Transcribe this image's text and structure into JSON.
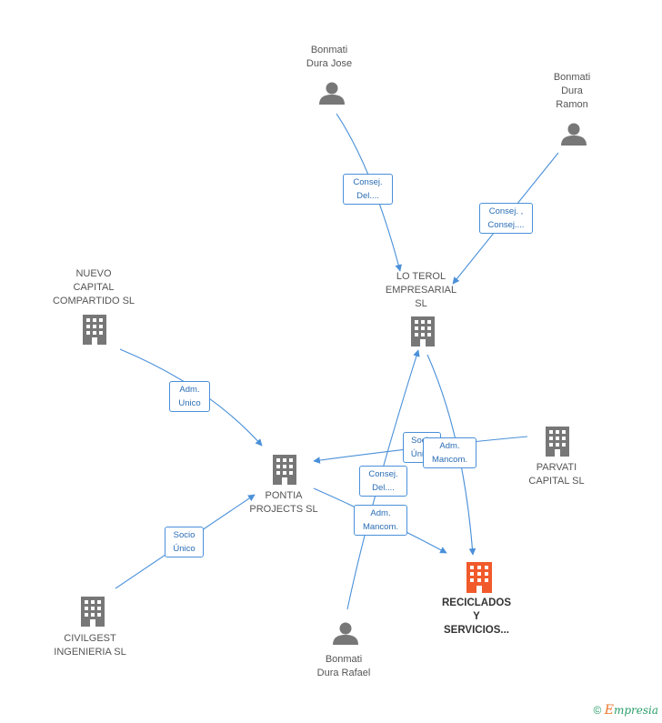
{
  "nodes": {
    "bonmati_jose": [
      "Bonmati",
      "Dura Jose"
    ],
    "bonmati_ramon": [
      "Bonmati",
      "Dura",
      "Ramon"
    ],
    "lo_terol": [
      "LO TEROL",
      "EMPRESARIAL",
      "SL"
    ],
    "nuevo_capital": [
      "NUEVO",
      "CAPITAL",
      "COMPARTIDO SL"
    ],
    "pontia": [
      "PONTIA",
      "PROJECTS  SL"
    ],
    "parvati": [
      "PARVATI",
      "CAPITAL  SL"
    ],
    "reciclados": [
      "RECICLADOS",
      "Y",
      "SERVICIOS..."
    ],
    "civilgest": [
      "CIVILGEST",
      "INGENIERIA SL"
    ],
    "bonmati_rafael": [
      "Bonmati",
      "Dura Rafael"
    ]
  },
  "roles": {
    "jose_loterol": [
      "Consej.",
      "Del...."
    ],
    "ramon_loterol": [
      "Consej. ,",
      "Consej...."
    ],
    "nuevo_pontia": [
      "Adm.",
      "Unico"
    ],
    "parvati_pontia": [
      "Socio",
      "Único"
    ],
    "loterol_reciclados": [
      "Adm.",
      "Mancom."
    ],
    "rafael_loterol": [
      "Consej.",
      "Del...."
    ],
    "pontia_reciclados": [
      "Adm.",
      "Mancom."
    ],
    "civilgest_pontia": [
      "Socio",
      "Único"
    ]
  },
  "footer": {
    "copyright": "©",
    "brand_initial": "E",
    "brand_rest": "mpresia"
  },
  "colors": {
    "edge": "#4a90d9",
    "icon": "#777777",
    "focus_icon": "#f15a2b"
  }
}
